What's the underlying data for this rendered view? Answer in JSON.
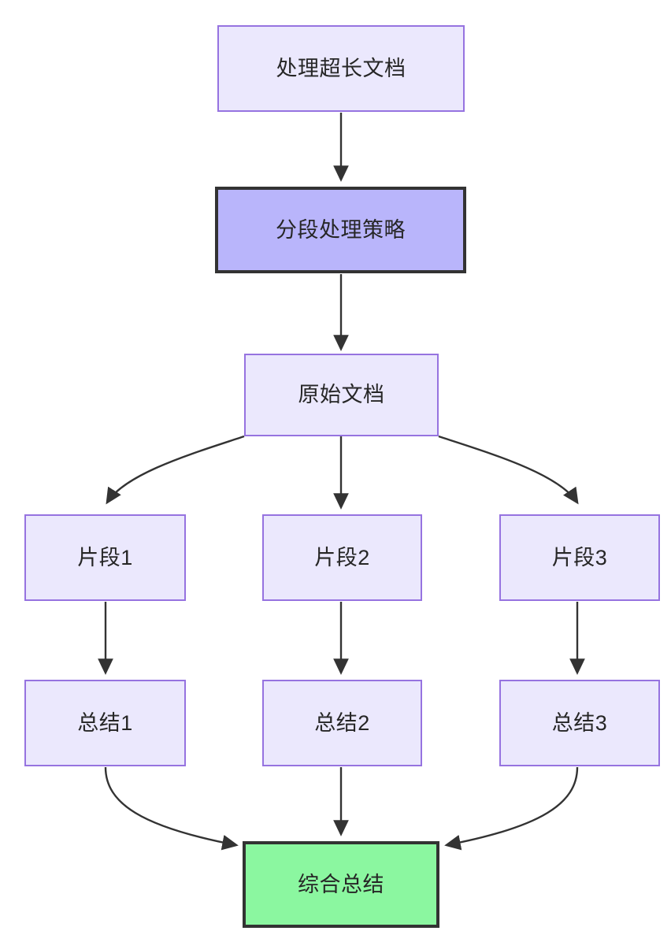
{
  "diagram": {
    "type": "flowchart",
    "direction": "top-down",
    "background_color": "#ffffff",
    "edge_color": "#333333",
    "styles": {
      "default_fill": "#ebe8fd",
      "default_stroke": "#9673e0",
      "highlight_fill": "#b9b5fb",
      "highlight_stroke": "#333333",
      "final_fill": "#8bf7a0",
      "final_stroke": "#333333"
    },
    "nodes": [
      {
        "id": "long-doc",
        "label": "处理超长文档",
        "style": "default"
      },
      {
        "id": "strategy",
        "label": "分段处理策略",
        "style": "highlight"
      },
      {
        "id": "source-doc",
        "label": "原始文档",
        "style": "default"
      },
      {
        "id": "chunk-1",
        "label": "片段1",
        "style": "default"
      },
      {
        "id": "chunk-2",
        "label": "片段2",
        "style": "default"
      },
      {
        "id": "chunk-3",
        "label": "片段3",
        "style": "default"
      },
      {
        "id": "summary-1",
        "label": "总结1",
        "style": "default"
      },
      {
        "id": "summary-2",
        "label": "总结2",
        "style": "default"
      },
      {
        "id": "summary-3",
        "label": "总结3",
        "style": "default"
      },
      {
        "id": "final",
        "label": "综合总结",
        "style": "final"
      }
    ],
    "edges": [
      {
        "from": "long-doc",
        "to": "strategy",
        "shape": "straight"
      },
      {
        "from": "strategy",
        "to": "source-doc",
        "shape": "straight"
      },
      {
        "from": "source-doc",
        "to": "chunk-1",
        "shape": "curve-left"
      },
      {
        "from": "source-doc",
        "to": "chunk-2",
        "shape": "straight"
      },
      {
        "from": "source-doc",
        "to": "chunk-3",
        "shape": "curve-right"
      },
      {
        "from": "chunk-1",
        "to": "summary-1",
        "shape": "straight"
      },
      {
        "from": "chunk-2",
        "to": "summary-2",
        "shape": "straight"
      },
      {
        "from": "chunk-3",
        "to": "summary-3",
        "shape": "straight"
      },
      {
        "from": "summary-1",
        "to": "final",
        "shape": "curve-right"
      },
      {
        "from": "summary-2",
        "to": "final",
        "shape": "straight"
      },
      {
        "from": "summary-3",
        "to": "final",
        "shape": "curve-left"
      }
    ]
  }
}
